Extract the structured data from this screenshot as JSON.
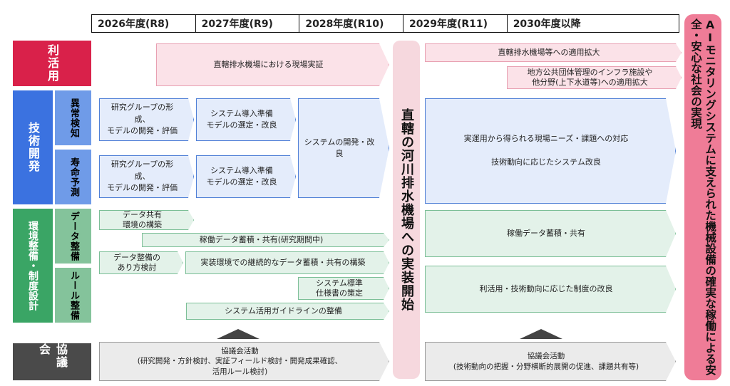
{
  "years": [
    "2026年度(R8)",
    "2027年度(R9)",
    "2028年度(R10)",
    "2029年度(R11)",
    "2030年度以降"
  ],
  "categories": {
    "riyou": "利活用",
    "gijutsu": "技術開発",
    "ijou": "異常検知",
    "jumyou": "寿命予測",
    "kankyou": "環境整備・制度設計",
    "data": "データ整備",
    "rule": "ルール整備",
    "kyougikai": "協議会"
  },
  "arrows": {
    "riyou_jisshou": "直轄排水機場における現場実証",
    "riyou_kakudai1": "直轄排水機場等への適用拡大",
    "riyou_kakudai2": "地方公共団体管理のインフラ施設や\n他分野(上下水道等)への適用拡大",
    "ijou_kenkyu": "研究グループの形成、\nモデルの開発・評価",
    "ijou_junbi": "システム導入準備\nモデルの選定・改良",
    "system_kaihatsu": "システムの開発・改\n良",
    "jumyou_kenkyu": "研究グループの形成、\nモデルの開発・評価",
    "jumyou_junbi": "システム導入準備\nモデルの選定・改良",
    "gijutsu_later": "実運用から得られる現場ニーズ・課題への対応\n\n技術動向に応じたシステム改良",
    "data_kyouyu": "データ共有\n環境の構築",
    "data_chikuseki": "稼働データ蓄積・共有(研究期間中)",
    "data_kentou": "データ整備の\nあり方検討",
    "data_keizoku": "実装環境での継続的なデータ蓄積・共有の構築",
    "data_later": "稼働データ蓄積・共有",
    "rule_hyoujun": "システム標準\n仕様書の策定",
    "rule_guide": "システム活用ガイドラインの整備",
    "rule_later": "利活用・技術動向に応じた制度の改良",
    "kyougikai_early": "協議会活動\n(研究開発・方針検討、実証フィールド検討・開発成果確認、\n活用ルール検討)",
    "kyougikai_later": "協議会活動\n(技術動向の把握・分野横断的展開の促進、課題共有等)"
  },
  "center_banner": "直轄の河川排水機場への実装開始",
  "right_banner": "AIモニタリングシステムに支えられた機械設備の確実な稼働による安全・安心な社会の実現",
  "colors": {
    "riyou": "#d9214a",
    "gijutsu": "#3b72e0",
    "gijutsu_sub": "#6f9be8",
    "kankyou": "#3aa565",
    "kankyou_sub": "#84c39b",
    "kyougikai": "#4a4a4a",
    "center_banner": "#f6d8de",
    "right_banner": "#ef7c97"
  },
  "icons": [
    "triangle-marker-icon"
  ]
}
